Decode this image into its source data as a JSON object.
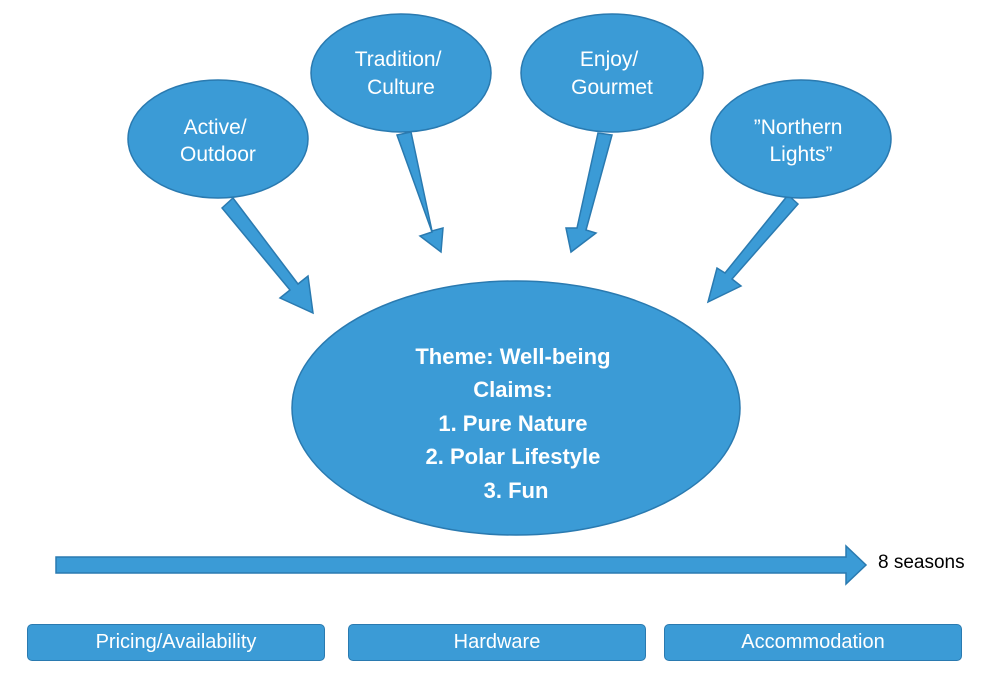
{
  "colors": {
    "fill": "#3b9bd6",
    "stroke": "#2a7ab0",
    "text_on_fill": "#ffffff",
    "label": "#000000"
  },
  "bubbles": [
    {
      "lines": [
        "Active/",
        "Outdoor"
      ]
    },
    {
      "lines": [
        "Tradition/",
        "Culture"
      ]
    },
    {
      "lines": [
        "Enjoy/",
        "Gourmet"
      ]
    },
    {
      "lines": [
        "”Northern",
        "Lights”"
      ]
    }
  ],
  "center": {
    "lines": [
      "Theme: Well-being",
      "Claims:",
      "1. Pure Nature",
      "2. Polar Lifestyle",
      "3. Fun"
    ]
  },
  "timeline": {
    "label": "8 seasons"
  },
  "bottom_boxes": [
    {
      "label": "Pricing/Availability"
    },
    {
      "label": "Hardware"
    },
    {
      "label": "Accommodation"
    }
  ]
}
